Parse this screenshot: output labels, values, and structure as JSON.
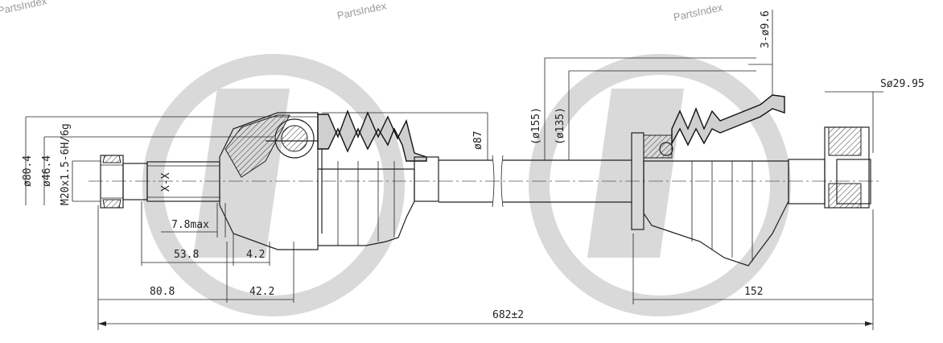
{
  "watermark": {
    "text": "PartsIndex"
  },
  "dimensions": {
    "d_80_4": "ø80.4",
    "d_46_4": "ø46.4",
    "thread": "M20x1.5-6H/6g",
    "section": "X-X",
    "max_7_8": "7.8max",
    "len_53_8": "53.8",
    "len_4_2": "4.2",
    "len_80_8": "80.8",
    "len_42_2": "42.2",
    "d_87": "ø87",
    "d_155": "(ø155)",
    "d_135": "(ø135)",
    "holes": "3-ø9.6",
    "spline": "Sø29.95",
    "len_152": "152",
    "total": "682±2"
  },
  "colors": {
    "line": "#222222",
    "boot": "#cfcfcf",
    "logo": "#d9d9d9",
    "watermark": "#9a9a9a"
  }
}
